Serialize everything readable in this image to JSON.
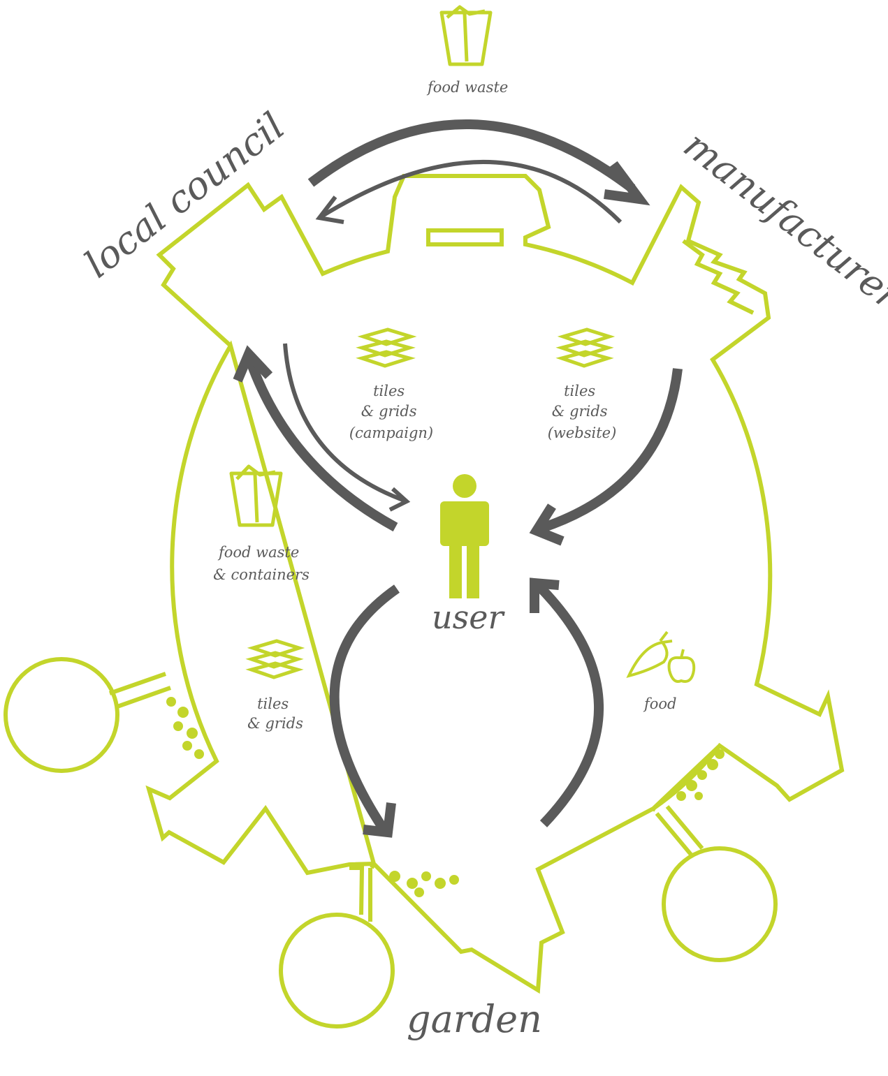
{
  "actors": {
    "local_council": "local council",
    "manufacturer": "manufacturer",
    "user": "user",
    "garden": "garden"
  },
  "flows": {
    "food_waste_top": "food waste",
    "tiles_campaign": [
      "tiles",
      "& grids",
      "(campaign)"
    ],
    "tiles_website": [
      "tiles",
      "& grids",
      "(website)"
    ],
    "food_waste_containers": [
      "food waste",
      "& containers"
    ],
    "tiles_grids_garden": [
      "tiles",
      "& grids"
    ],
    "food": "food"
  },
  "colors": {
    "accent": "#c3d52b",
    "arrow": "#5a5a5a",
    "text": "#5a5a5a",
    "background": "#ffffff"
  },
  "icons": {
    "food_waste_bin": "food-waste-bin-icon",
    "tiles_stack": "tiles-stack-icon",
    "person": "person-icon",
    "carrot_apple": "food-icon"
  }
}
